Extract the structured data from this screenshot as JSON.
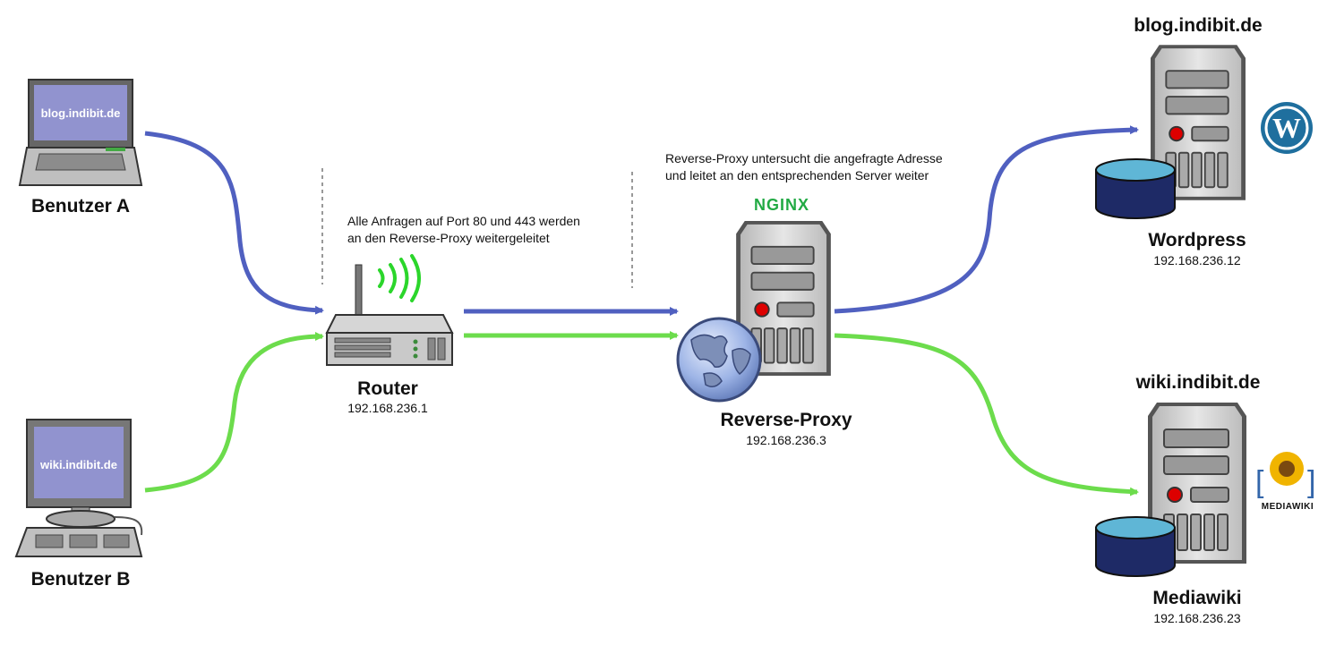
{
  "nodes": {
    "user_a": {
      "name": "Benutzer A",
      "screen_text": "blog.indibit.de"
    },
    "user_b": {
      "name": "Benutzer B",
      "screen_text": "wiki.indibit.de"
    },
    "router": {
      "name": "Router",
      "ip": "192.168.236.1"
    },
    "proxy": {
      "name": "Reverse-Proxy",
      "ip": "192.168.236.3",
      "logo": "NGINX"
    },
    "wordpress": {
      "domain": "blog.indibit.de",
      "name": "Wordpress",
      "ip": "192.168.236.12"
    },
    "mediawiki": {
      "domain": "wiki.indibit.de",
      "name": "Mediawiki",
      "ip": "192.168.236.23",
      "logo": "MEDIAWIKI"
    }
  },
  "notes": {
    "router": [
      "Alle Anfragen auf Port 80 und 443 werden",
      "an den Reverse-Proxy weitergeleitet"
    ],
    "proxy": [
      "Reverse-Proxy untersucht die angefragte Adresse",
      "und leitet an den entsprechenden Server weiter"
    ]
  },
  "colors": {
    "blue_path": "#5060c0",
    "green_path": "#6cdc4c",
    "nginx": "#22aa44"
  }
}
